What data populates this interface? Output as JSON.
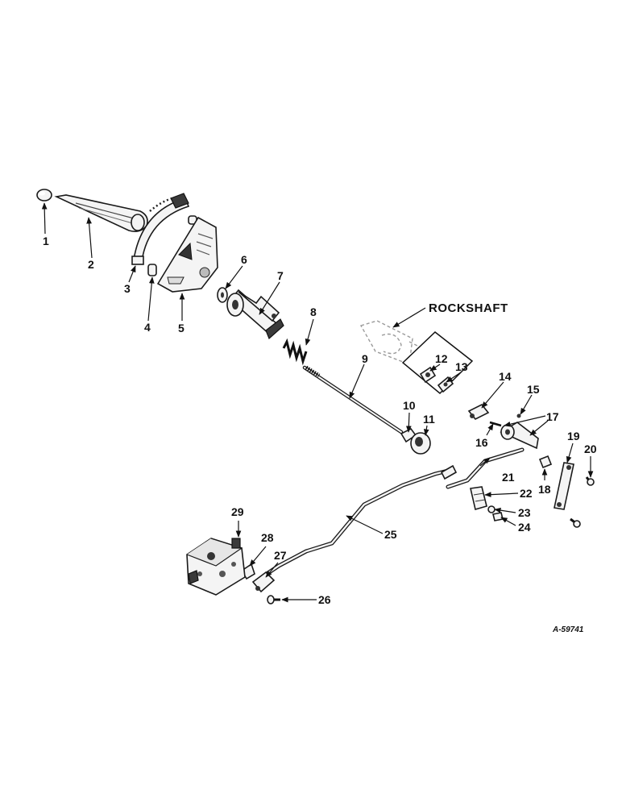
{
  "callouts": {
    "c1": "1",
    "c2": "2",
    "c3": "3",
    "c4": "4",
    "c5": "5",
    "c6": "6",
    "c7": "7",
    "c8": "8",
    "c9": "9",
    "c10": "10",
    "c11": "11",
    "c12": "12",
    "c13": "13",
    "c14": "14",
    "c15": "15",
    "c16": "16",
    "c17": "17",
    "c18": "18",
    "c19": "19",
    "c20": "20",
    "c21": "21",
    "c22": "22",
    "c23": "23",
    "c24": "24",
    "c25": "25",
    "c26": "26",
    "c27": "27",
    "c28": "28",
    "c29": "29"
  },
  "rockshaft_label": "ROCKSHAFT",
  "figure_code": "A-59741"
}
